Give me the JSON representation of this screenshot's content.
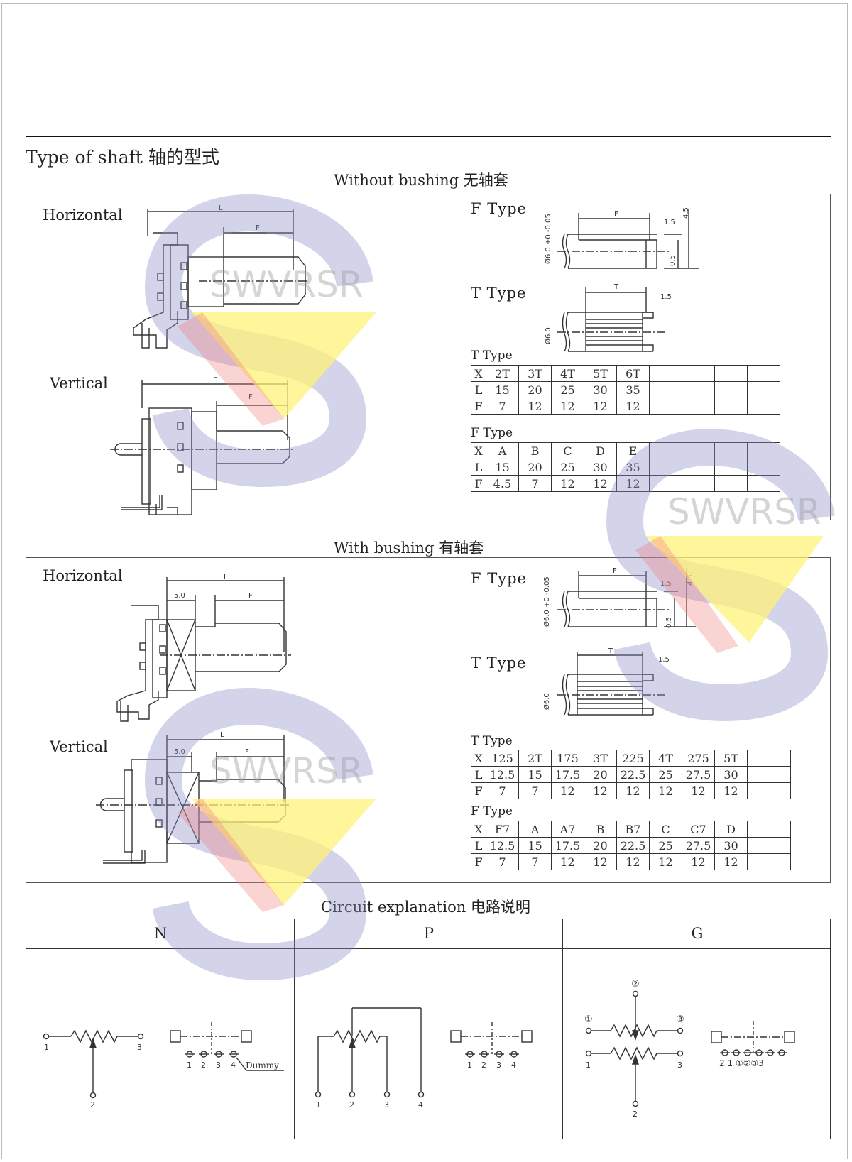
{
  "section_title": "Type of shaft 轴的型式",
  "without_bushing": {
    "caption": "Without bushing 无轴套",
    "horizontal": "Horizontal",
    "vertical": "Vertical",
    "f_type": "F Type",
    "t_type": "T Type",
    "table_t_title": "T Type",
    "table_t": [
      [
        "X",
        "2T",
        "3T",
        "4T",
        "5T",
        "6T",
        "",
        "",
        "",
        ""
      ],
      [
        "L",
        "15",
        "20",
        "25",
        "30",
        "35",
        "",
        "",
        "",
        ""
      ],
      [
        "F",
        "7",
        "12",
        "12",
        "12",
        "12",
        "",
        "",
        "",
        ""
      ]
    ],
    "table_f_title": "F Type",
    "table_f": [
      [
        "X",
        "A",
        "B",
        "C",
        "D",
        "E",
        "",
        "",
        "",
        ""
      ],
      [
        "L",
        "15",
        "20",
        "25",
        "30",
        "35",
        "",
        "",
        "",
        ""
      ],
      [
        "F",
        "4.5",
        "7",
        "12",
        "12",
        "12",
        "",
        "",
        "",
        ""
      ]
    ]
  },
  "with_bushing": {
    "caption": "With bushing 有轴套",
    "horizontal": "Horizontal",
    "vertical": "Vertical",
    "f_type": "F Type",
    "t_type": "T Type",
    "table_t_title": "T Type",
    "table_t": [
      [
        "X",
        "125",
        "2T",
        "175",
        "3T",
        "225",
        "4T",
        "275",
        "5T"
      ],
      [
        "L",
        "12.5",
        "15",
        "17.5",
        "20",
        "22.5",
        "25",
        "27.5",
        "30"
      ],
      [
        "F",
        "7",
        "7",
        "12",
        "12",
        "12",
        "12",
        "12",
        "12"
      ]
    ],
    "table_f_title": "F Type",
    "table_f": [
      [
        "X",
        "F7",
        "A",
        "A7",
        "B",
        "B7",
        "C",
        "C7",
        "D"
      ],
      [
        "L",
        "12.5",
        "15",
        "17.5",
        "20",
        "22.5",
        "25",
        "27.5",
        "30"
      ],
      [
        "F",
        "7",
        "7",
        "12",
        "12",
        "12",
        "12",
        "12",
        "12"
      ]
    ]
  },
  "dims": {
    "L": "L",
    "F": "F",
    "T": "T",
    "d15": "1.5",
    "d05": "0.5",
    "d45": "4.5",
    "tol45": "+0 -0.05",
    "d60": "Ø6.0",
    "d60tol": "Ø6.0 +0 -0.05",
    "d50": "5.0"
  },
  "circuit": {
    "caption": "Circuit explanation 电路说明",
    "headers": [
      "N",
      "P",
      "G"
    ],
    "n_pins": [
      "1",
      "2",
      "3",
      "1",
      "2",
      "3",
      "4"
    ],
    "dummy": "Dummy",
    "p_pins": [
      "1",
      "2",
      "3",
      "4",
      "1",
      "2",
      "3",
      "4"
    ],
    "g_pins": [
      "②",
      "①",
      "③",
      "1",
      "3",
      "2"
    ],
    "g_bottom": "2 1 ①②③3"
  },
  "watermark": {
    "text": "SWVRSR",
    "colors": {
      "purple": "#8c8cc8",
      "yellow": "#fff27a",
      "red": "#f08080"
    }
  }
}
